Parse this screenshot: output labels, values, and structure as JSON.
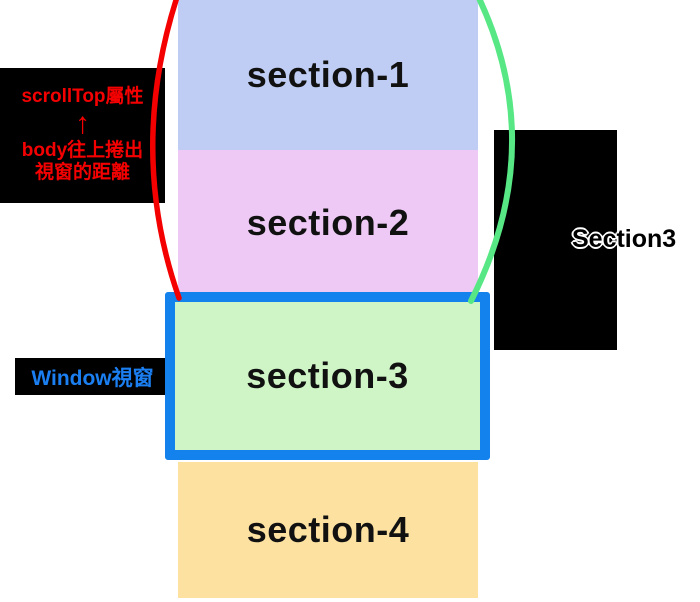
{
  "sections": [
    {
      "label": "section-1",
      "color": "#bfcdf4"
    },
    {
      "label": "section-2",
      "color": "#eec9f5"
    },
    {
      "label": "section-3",
      "color": "#cff5c6"
    },
    {
      "label": "section-4",
      "color": "#fce1a0"
    }
  ],
  "annotations": {
    "scrolltop": {
      "line1": "scrollTop屬性",
      "arrow": "↑",
      "line2": "body往上捲出",
      "line3": "視窗的距離",
      "text_color": "#f40000",
      "background": "#000000"
    },
    "window_label": {
      "text": "Window視窗",
      "text_color": "#1b7ff2",
      "background": "#000000"
    },
    "right_label": {
      "text": "Section3",
      "style": "black fill with white outline",
      "background": "#000000"
    }
  },
  "marks": {
    "left_arc_color": "#f40000",
    "right_arc_color": "#57e885",
    "window_border_color": "#1482ec"
  }
}
